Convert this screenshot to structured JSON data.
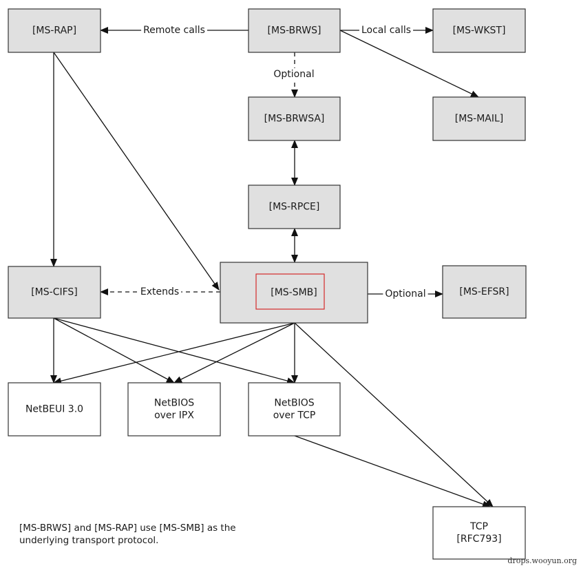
{
  "colors": {
    "shaded_fill": "#e0e0e0",
    "plain_fill": "#ffffff",
    "border": "#333333",
    "highlight": "#d42a2a",
    "arrow": "#111111"
  },
  "nodes": {
    "ms_rap": {
      "lines": [
        "[MS-RAP]"
      ],
      "style": "shaded"
    },
    "ms_brws": {
      "lines": [
        "[MS-BRWS]"
      ],
      "style": "shaded"
    },
    "ms_wkst": {
      "lines": [
        "[MS-WKST]"
      ],
      "style": "shaded"
    },
    "ms_brwsa": {
      "lines": [
        "[MS-BRWSA]"
      ],
      "style": "shaded"
    },
    "ms_mail": {
      "lines": [
        "[MS-MAIL]"
      ],
      "style": "shaded"
    },
    "ms_rpce": {
      "lines": [
        "[MS-RPCE]"
      ],
      "style": "shaded"
    },
    "ms_cifs": {
      "lines": [
        "[MS-CIFS]"
      ],
      "style": "shaded"
    },
    "ms_smb": {
      "lines": [
        "[MS-SMB]"
      ],
      "style": "shaded",
      "highlighted": true
    },
    "ms_efsr": {
      "lines": [
        "[MS-EFSR]"
      ],
      "style": "shaded"
    },
    "netbeui": {
      "lines": [
        "NetBEUI 3.0"
      ],
      "style": "plain"
    },
    "netbios_ipx": {
      "lines": [
        "NetBIOS",
        "over IPX"
      ],
      "style": "plain"
    },
    "netbios_tcp": {
      "lines": [
        "NetBIOS",
        "over TCP"
      ],
      "style": "plain"
    },
    "tcp": {
      "lines": [
        "TCP",
        "[RFC793]"
      ],
      "style": "plain"
    }
  },
  "edges": [
    {
      "from": "ms_brws",
      "to": "ms_rap",
      "label": "Remote calls",
      "dashed": false,
      "arrow": "end"
    },
    {
      "from": "ms_brws",
      "to": "ms_wkst",
      "label": "Local calls",
      "dashed": false,
      "arrow": "end"
    },
    {
      "from": "ms_brws",
      "to": "ms_brwsa",
      "label": "Optional",
      "dashed": true,
      "arrow": "end"
    },
    {
      "from": "ms_brws",
      "to": "ms_mail",
      "label": "",
      "dashed": false,
      "arrow": "end"
    },
    {
      "from": "ms_brwsa",
      "to": "ms_rpce",
      "label": "",
      "dashed": false,
      "arrow": "both"
    },
    {
      "from": "ms_rpce",
      "to": "ms_smb",
      "label": "",
      "dashed": false,
      "arrow": "both"
    },
    {
      "from": "ms_rap",
      "to": "ms_cifs",
      "label": "",
      "dashed": false,
      "arrow": "end"
    },
    {
      "from": "ms_rap",
      "to": "ms_smb",
      "label": "",
      "dashed": false,
      "arrow": "end"
    },
    {
      "from": "ms_smb",
      "to": "ms_cifs",
      "label": "Extends",
      "dashed": true,
      "arrow": "end"
    },
    {
      "from": "ms_smb",
      "to": "ms_efsr",
      "label": "Optional",
      "dashed": false,
      "arrow": "end"
    },
    {
      "from": "ms_cifs",
      "to": "netbeui",
      "label": "",
      "dashed": false,
      "arrow": "end"
    },
    {
      "from": "ms_cifs",
      "to": "netbios_ipx",
      "label": "",
      "dashed": false,
      "arrow": "end"
    },
    {
      "from": "ms_cifs",
      "to": "netbios_tcp",
      "label": "",
      "dashed": false,
      "arrow": "end"
    },
    {
      "from": "ms_smb",
      "to": "netbeui",
      "label": "",
      "dashed": false,
      "arrow": "end"
    },
    {
      "from": "ms_smb",
      "to": "netbios_ipx",
      "label": "",
      "dashed": false,
      "arrow": "end"
    },
    {
      "from": "ms_smb",
      "to": "netbios_tcp",
      "label": "",
      "dashed": false,
      "arrow": "end"
    },
    {
      "from": "ms_smb",
      "to": "tcp",
      "label": "",
      "dashed": false,
      "arrow": "end"
    },
    {
      "from": "netbios_tcp",
      "to": "tcp",
      "label": "",
      "dashed": false,
      "arrow": "end"
    }
  ],
  "note": {
    "lines": [
      "[MS-BRWS] and [MS-RAP] use [MS-SMB] as the",
      "underlying transport protocol."
    ]
  },
  "watermark": "drops.wooyun.org"
}
